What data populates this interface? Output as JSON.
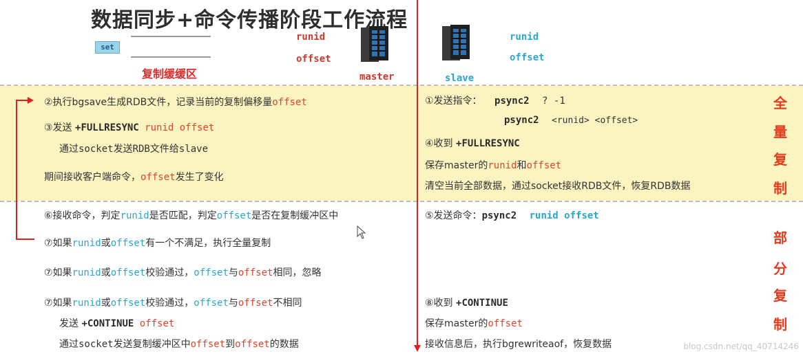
{
  "title": "数据同步+命令传播阶段工作流程",
  "set_badge": "set",
  "buffer_label": "复制缓缓区",
  "master": {
    "runid": "runid",
    "offset": "offset",
    "label": "master"
  },
  "slave": {
    "runid": "runid",
    "offset": "offset",
    "label": "slave"
  },
  "left_full": {
    "l1_a": "②执行bgsave生成RDB文件，记录当前的复制偏移量",
    "l1_b": "offset",
    "l2_a": "③发送 ",
    "l2_b": "+FULLRESYNC",
    "l2_c": " runid offset",
    "l3": "通过socket发送RDB文件给slave",
    "l4_a": "期间接收客户端命令，",
    "l4_b": "offset",
    "l4_c": "发生了变化"
  },
  "right_full": {
    "r1_a": "①发送指令：",
    "r1_b": "psync2",
    "r1_c": "? -1",
    "r2_a": "psync2",
    "r2_b": "<runid> <offset>",
    "r3_a": "④收到 ",
    "r3_b": "+FULLRESYNC",
    "r4_a": "保存master的",
    "r4_b": "runid",
    "r4_c": "和",
    "r4_d": "offset",
    "r5": "清空当前全部数据，通过socket接收RDB文件，恢复RDB数据"
  },
  "left_partial": {
    "p1_a": "⑥接收命令，判定",
    "p1_b": "runid",
    "p1_c": "是否匹配，判定",
    "p1_d": "offset",
    "p1_e": "是否在复制缓冲区中",
    "p2_a": "⑦如果",
    "p2_b": "runid",
    "p2_c": "或",
    "p2_d": "offset",
    "p2_e": "有一个不满足，执行全量复制",
    "p3_a": "⑦如果",
    "p3_b": "runid",
    "p3_c": "或",
    "p3_d": "offset",
    "p3_e": "校验通过，",
    "p3_f": "offset",
    "p3_g": "与",
    "p3_h": "offset",
    "p3_i": "相同，忽略",
    "p4_a": "⑦如果",
    "p4_b": "runid",
    "p4_c": "或",
    "p4_d": "offset",
    "p4_e": "校验通过，",
    "p4_f": "offset",
    "p4_g": "与",
    "p4_h": "offset",
    "p4_i": "不相同",
    "p5_a": "发送 ",
    "p5_b": "+CONTINUE",
    "p5_c": " offset",
    "p6_a": "通过socket发送复制缓冲区中",
    "p6_b": "offset",
    "p6_c": "到",
    "p6_d": "offset",
    "p6_e": "的数据"
  },
  "right_partial": {
    "q1_a": "⑤发送命令：",
    "q1_b": "psync2",
    "q1_c": "runid offset",
    "q2_a": "⑧收到 ",
    "q2_b": "+CONTINUE",
    "q3_a": "保存master的",
    "q3_b": "offset",
    "q4": "接收信息后，执行bgrewriteaof，恢复数据"
  },
  "side_full": [
    "全",
    "量",
    "复",
    "制"
  ],
  "side_partial": [
    "部",
    "分",
    "复",
    "制"
  ],
  "watermark": "blog.csdn.net/qq_40714246",
  "colors": {
    "band": "#fbf3c0",
    "red": "#e0432b",
    "blue": "#28a6cf",
    "divider": "#e02020"
  }
}
